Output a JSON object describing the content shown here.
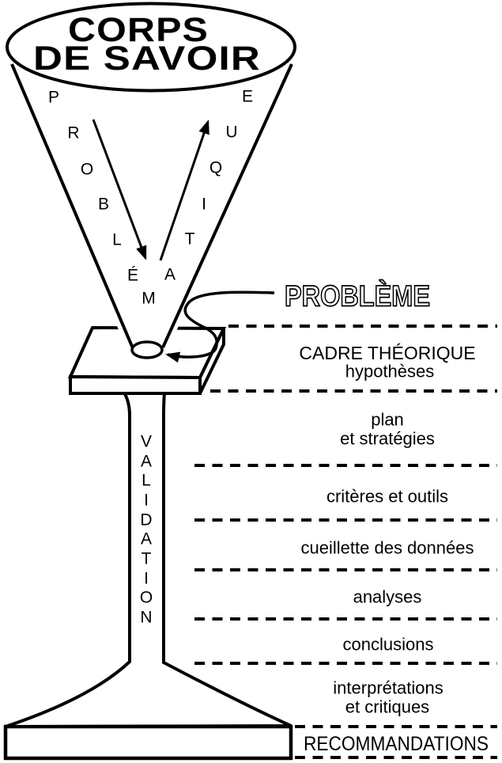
{
  "diagram": {
    "title": {
      "line1": "CORPS",
      "line2": "DE SAVOIR"
    },
    "funnel": {
      "left_letters": [
        "P",
        "R",
        "O",
        "B",
        "L",
        "É",
        "M"
      ],
      "right_letters": [
        "E",
        "U",
        "Q",
        "I",
        "T",
        "A"
      ]
    },
    "probleme_label": "PROBLÈME",
    "stem": {
      "letters": [
        "V",
        "A",
        "L",
        "I",
        "D",
        "A",
        "T",
        "I",
        "O",
        "N"
      ]
    },
    "process_stages": [
      {
        "lines": [
          "CADRE THÉORIQUE",
          "hypothèses"
        ]
      },
      {
        "lines": [
          "plan",
          "et stratégies"
        ]
      },
      {
        "lines": [
          "critères et outils"
        ]
      },
      {
        "lines": [
          "cueillette des données"
        ]
      },
      {
        "lines": [
          "analyses"
        ]
      },
      {
        "lines": [
          "conclusions"
        ]
      },
      {
        "lines": [
          "interprétations",
          "et critiques"
        ]
      },
      {
        "lines": [
          "RECOMMANDATIONS"
        ]
      }
    ],
    "colors": {
      "ink": "#000000",
      "background": "#ffffff"
    }
  }
}
